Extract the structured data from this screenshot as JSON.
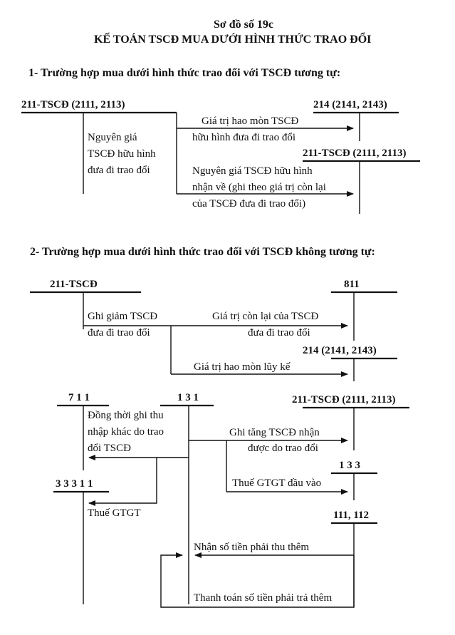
{
  "header": {
    "title": "Sơ đồ số 19c",
    "subtitle": "KẾ TOÁN TSCĐ MUA DƯỚI HÌNH THỨC TRAO ĐỔI"
  },
  "section1": {
    "heading": "1- Trường hợp mua dưới hình thức trao đổi với TSCĐ tương tự:",
    "acct_left": "211-TSCĐ (2111, 2113)",
    "acct_214": "214 (2141, 2143)",
    "acct_211_right": "211-TSCĐ (2111, 2113)",
    "left_note": [
      "Nguyên giá",
      "TSCĐ hữu hình",
      "đưa đi trao đổi"
    ],
    "flow1": [
      "Giá trị hao mòn TSCĐ",
      "hữu hình đưa đi trao đổi"
    ],
    "flow2": [
      "Nguyên giá TSCĐ hữu hình",
      "nhận về (ghi theo giá trị còn lại",
      "của TSCĐ đưa đi trao đổi)"
    ]
  },
  "section2": {
    "heading": "2- Trường hợp mua dưới hình thức trao đổi với TSCĐ không tương tự:",
    "acct_211": "211-TSCĐ",
    "acct_811": "811",
    "acct_214": "214 (2141, 2143)",
    "left_note": [
      "Ghi giảm TSCĐ",
      "đưa đi trao đổi"
    ],
    "flow_811": [
      "Giá trị còn lại của TSCĐ",
      "đưa đi trao đổi"
    ],
    "flow_214": "Giá trị hao mòn lũy kế",
    "acct_711": "7 1 1",
    "acct_131": "1 3 1",
    "acct_211_recv": "211-TSCĐ (2111, 2113)",
    "note_711": [
      "Đồng thời ghi thu",
      "nhập khác do trao",
      "đổi TSCĐ"
    ],
    "flow_211": [
      "Ghi tăng TSCĐ nhận",
      "được do trao đổi"
    ],
    "acct_133": "1 3 3",
    "flow_133": "Thuế GTGT đầu vào",
    "acct_33311": "3 3 3 1 1",
    "note_33311": "Thuế GTGT",
    "acct_111": "111, 112",
    "flow_receive": "Nhận số tiền phải thu thêm",
    "flow_pay": "Thanh toán số tiền phải trả thêm"
  }
}
